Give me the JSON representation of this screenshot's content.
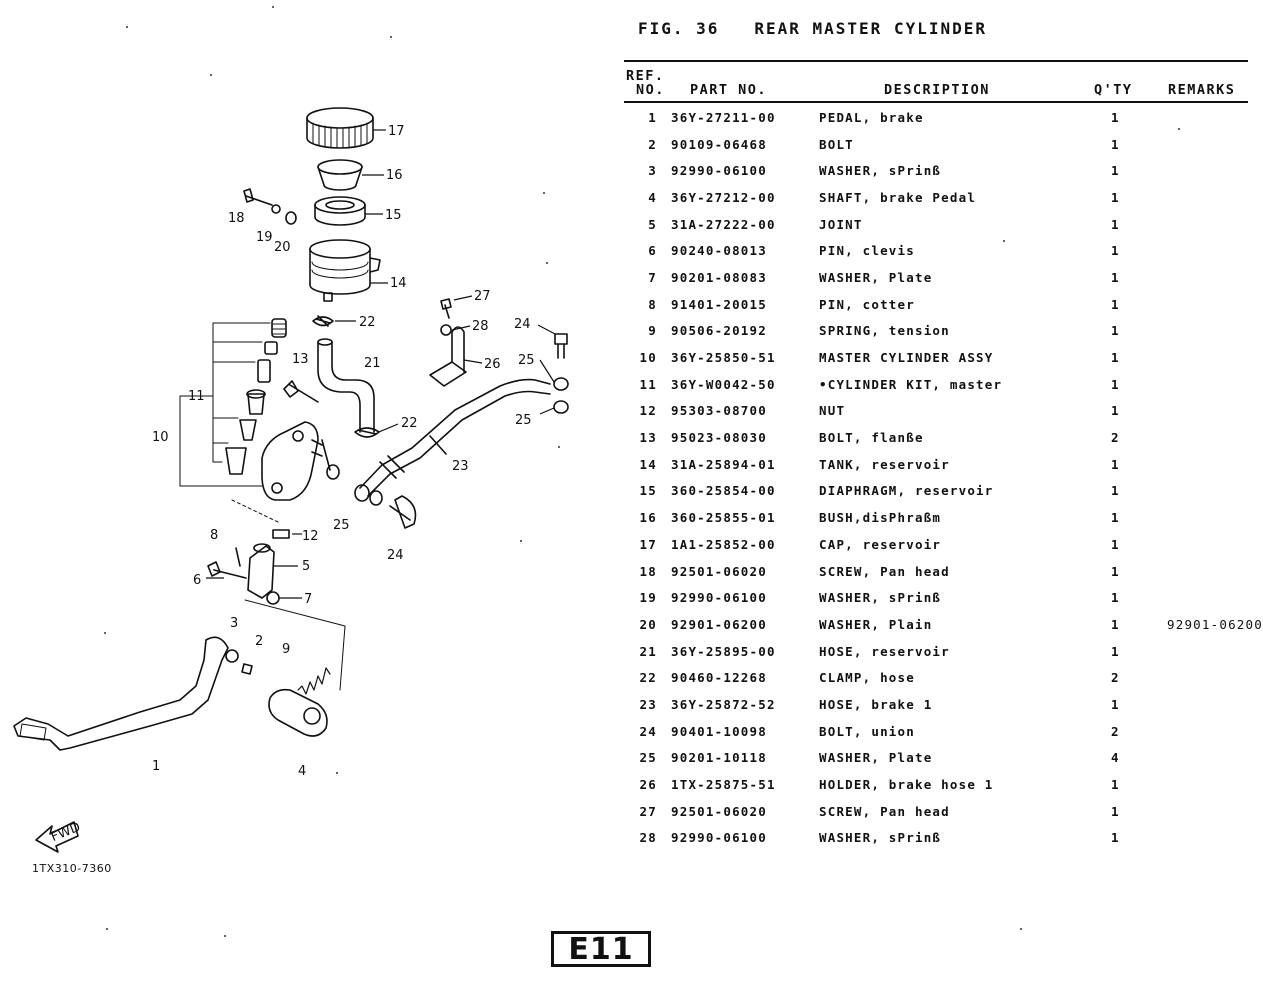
{
  "figure": {
    "label": "FIG. 36",
    "name": "REAR MASTER CYLINDER"
  },
  "headers": {
    "ref_line1": "REF.",
    "ref_line2": "NO.",
    "part_no": "PART NO.",
    "description": "DESCRIPTION",
    "qty": "Q'TY",
    "remarks": "REMARKS"
  },
  "parts": [
    {
      "ref": "1",
      "part": "36Y-27211-00",
      "desc": "PEDAL, brake",
      "qty": "1",
      "remarks": ""
    },
    {
      "ref": "2",
      "part": "90109-06468",
      "desc": "BOLT",
      "qty": "1",
      "remarks": ""
    },
    {
      "ref": "3",
      "part": "92990-06100",
      "desc": "WASHER, sPrinß",
      "qty": "1",
      "remarks": ""
    },
    {
      "ref": "4",
      "part": "36Y-27212-00",
      "desc": "SHAFT, brake Pedal",
      "qty": "1",
      "remarks": ""
    },
    {
      "ref": "5",
      "part": "31A-27222-00",
      "desc": "JOINT",
      "qty": "1",
      "remarks": ""
    },
    {
      "ref": "6",
      "part": "90240-08013",
      "desc": "PIN, clevis",
      "qty": "1",
      "remarks": ""
    },
    {
      "ref": "7",
      "part": "90201-08083",
      "desc": "WASHER, Plate",
      "qty": "1",
      "remarks": ""
    },
    {
      "ref": "8",
      "part": "91401-20015",
      "desc": "PIN, cotter",
      "qty": "1",
      "remarks": ""
    },
    {
      "ref": "9",
      "part": "90506-20192",
      "desc": "SPRING, tension",
      "qty": "1",
      "remarks": ""
    },
    {
      "ref": "10",
      "part": "36Y-25850-51",
      "desc": "MASTER CYLINDER ASSY",
      "qty": "1",
      "remarks": ""
    },
    {
      "ref": "11",
      "part": "36Y-W0042-50",
      "desc": "•CYLINDER KIT, master",
      "qty": "1",
      "remarks": ""
    },
    {
      "ref": "12",
      "part": "95303-08700",
      "desc": "NUT",
      "qty": "1",
      "remarks": ""
    },
    {
      "ref": "13",
      "part": "95023-08030",
      "desc": "BOLT, flanße",
      "qty": "2",
      "remarks": ""
    },
    {
      "ref": "14",
      "part": "31A-25894-01",
      "desc": "TANK, reservoir",
      "qty": "1",
      "remarks": ""
    },
    {
      "ref": "15",
      "part": "360-25854-00",
      "desc": "DIAPHRAGM, reservoir",
      "qty": "1",
      "remarks": ""
    },
    {
      "ref": "16",
      "part": "360-25855-01",
      "desc": "BUSH,disPhraßm",
      "qty": "1",
      "remarks": ""
    },
    {
      "ref": "17",
      "part": "1A1-25852-00",
      "desc": "CAP, reservoir",
      "qty": "1",
      "remarks": ""
    },
    {
      "ref": "18",
      "part": "92501-06020",
      "desc": "SCREW, Pan head",
      "qty": "1",
      "remarks": ""
    },
    {
      "ref": "19",
      "part": "92990-06100",
      "desc": "WASHER, sPrinß",
      "qty": "1",
      "remarks": ""
    },
    {
      "ref": "20",
      "part": "92901-06200",
      "desc": "WASHER, Plain",
      "qty": "1",
      "remarks": "92901-06200"
    },
    {
      "ref": "21",
      "part": "36Y-25895-00",
      "desc": "HOSE, reservoir",
      "qty": "1",
      "remarks": ""
    },
    {
      "ref": "22",
      "part": "90460-12268",
      "desc": "CLAMP, hose",
      "qty": "2",
      "remarks": ""
    },
    {
      "ref": "23",
      "part": "36Y-25872-52",
      "desc": "HOSE, brake 1",
      "qty": "1",
      "remarks": ""
    },
    {
      "ref": "24",
      "part": "90401-10098",
      "desc": "BOLT, union",
      "qty": "2",
      "remarks": ""
    },
    {
      "ref": "25",
      "part": "90201-10118",
      "desc": "WASHER, Plate",
      "qty": "4",
      "remarks": ""
    },
    {
      "ref": "26",
      "part": "1TX-25875-51",
      "desc": "HOLDER, brake hose 1",
      "qty": "1",
      "remarks": ""
    },
    {
      "ref": "27",
      "part": "92501-06020",
      "desc": "SCREW, Pan head",
      "qty": "1",
      "remarks": ""
    },
    {
      "ref": "28",
      "part": "92990-06100",
      "desc": "WASHER, sPrinß",
      "qty": "1",
      "remarks": ""
    }
  ],
  "diagram": {
    "callouts": [
      "1",
      "2",
      "3",
      "4",
      "5",
      "6",
      "7",
      "8",
      "9",
      "10",
      "11",
      "12",
      "13",
      "14",
      "15",
      "16",
      "17",
      "18",
      "19",
      "20",
      "21",
      "22",
      "22",
      "23",
      "24",
      "24",
      "25",
      "25",
      "25",
      "26",
      "27",
      "28"
    ],
    "fwd_label": "FWD",
    "code": "1TX310-7360"
  },
  "page_label": "E11"
}
